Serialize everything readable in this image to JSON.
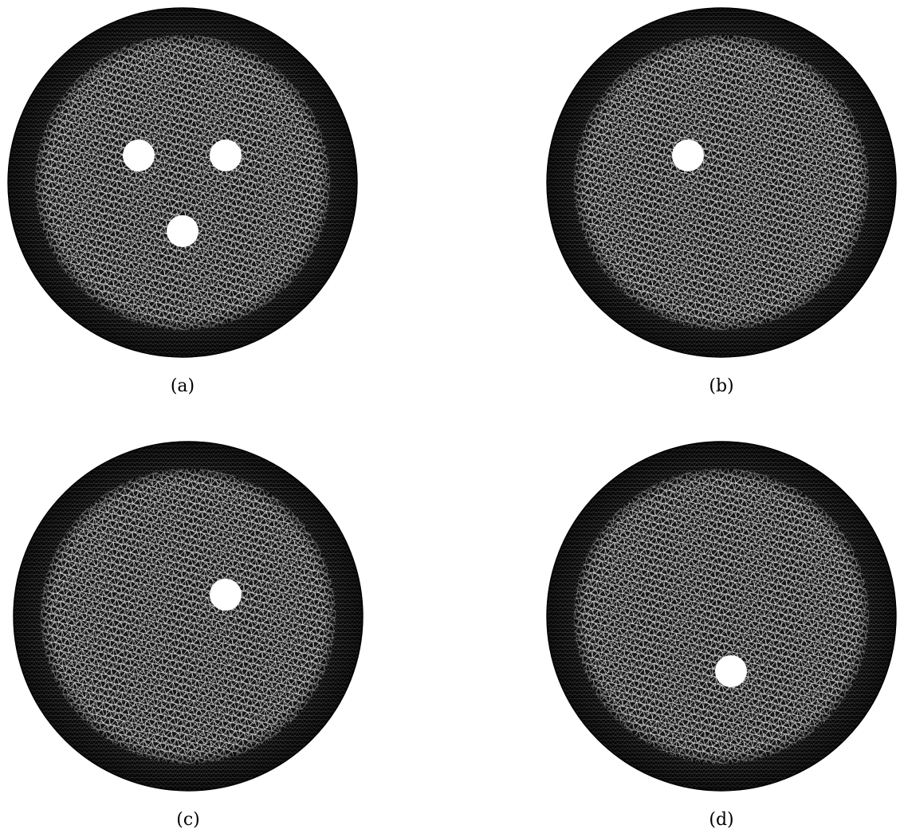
{
  "figure": {
    "panels": [
      {
        "id": "a",
        "caption": "(a)",
        "holes": 3
      },
      {
        "id": "b",
        "caption": "(b)",
        "holes": 1
      },
      {
        "id": "c",
        "caption": "(c)",
        "holes": 1
      },
      {
        "id": "d",
        "caption": "(d)",
        "holes": 1
      }
    ]
  },
  "colors": {
    "mesh_dark": "#0a0a0a",
    "mesh_edge": "#ffffff",
    "background": "#ffffff"
  }
}
